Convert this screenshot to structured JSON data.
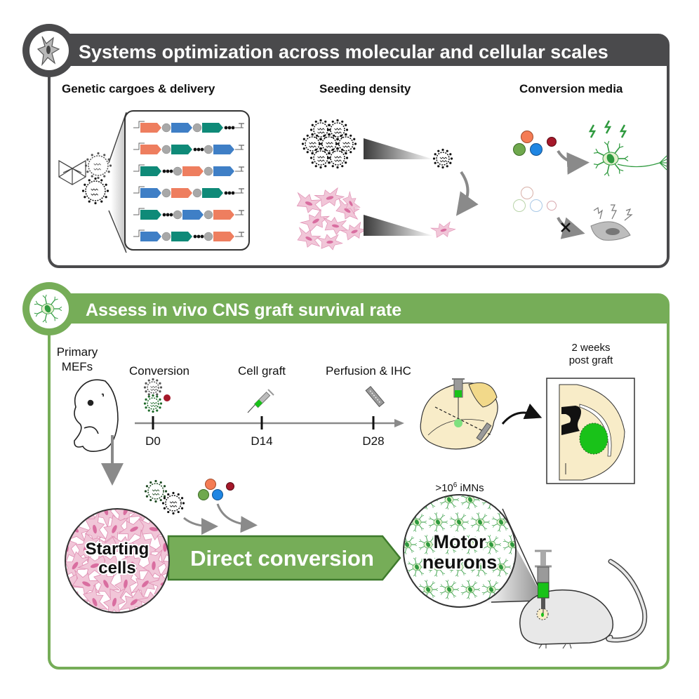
{
  "colors": {
    "panel_dark": "#4a4a4c",
    "panel_green": "#76ad58",
    "green_dark": "#3e7a2c",
    "neuron_green": "#2f9a3f",
    "bright_green": "#19c219",
    "salmon": "#ee7e5f",
    "blue": "#3f7fc6",
    "teal": "#0f8a78",
    "gray_node": "#a8a8a8",
    "pink_cell": "#f1c6d8",
    "pink_nucleus": "#d96ea0",
    "brain": "#f8ecc8",
    "brain_yellow": "#f2d98a",
    "mouse": "#e8e8e8",
    "dark_red": "#a5182a",
    "media_green": "#6fa84d",
    "media_blue": "#1f86e3",
    "media_orange": "#f47c55"
  },
  "panel1": {
    "title": "Systems optimization across molecular and cellular scales",
    "icon": "fibroblast-cell-icon",
    "sections": [
      {
        "heading": "Genetic cargoes & delivery"
      },
      {
        "heading": "Seeding density"
      },
      {
        "heading": "Conversion media"
      }
    ],
    "constructs": [
      [
        "salmon",
        "node",
        "blue",
        "node",
        "teal",
        "linker"
      ],
      [
        "salmon",
        "node",
        "teal",
        "linker",
        "node",
        "blue"
      ],
      [
        "teal",
        "linker",
        "node",
        "salmon",
        "node",
        "blue"
      ],
      [
        "blue",
        "node",
        "salmon",
        "node",
        "teal",
        "linker"
      ],
      [
        "teal",
        "linker",
        "node",
        "blue",
        "node",
        "salmon"
      ],
      [
        "blue",
        "node",
        "teal",
        "linker",
        "node",
        "salmon"
      ]
    ]
  },
  "panel2": {
    "title": "Assess in vivo CNS graft survival rate",
    "icon": "neuron-icon",
    "timeline": {
      "start_label_line1": "Primary",
      "start_label_line2": "MEFs",
      "events": [
        {
          "label": "Conversion",
          "day": "D0",
          "icon": "virus-icon"
        },
        {
          "label": "Cell graft",
          "day": "D14",
          "icon": "syringe-icon"
        },
        {
          "label": "Perfusion & IHC",
          "day": "D28",
          "icon": "blade-icon"
        }
      ]
    },
    "post_graft_line1": "2 weeks",
    "post_graft_line2": "post graft",
    "starting_cells_line1": "Starting",
    "starting_cells_line2": "cells",
    "arrow_label": "Direct conversion",
    "yield_prefix": ">10",
    "yield_exp": "6",
    "yield_suffix": " iMNs",
    "motor_line1": "Motor",
    "motor_line2": "neurons"
  }
}
